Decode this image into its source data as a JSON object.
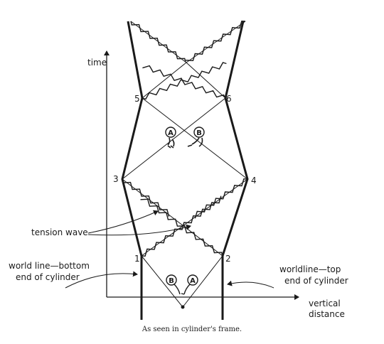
{
  "axes": {
    "y_label": "time",
    "x_label_line1": "vertical",
    "x_label_line2": "distance"
  },
  "events": [
    "1",
    "2",
    "3",
    "4",
    "5",
    "6"
  ],
  "particles": {
    "a": "A",
    "b": "B"
  },
  "annotations": {
    "tension_wave": "tension wave",
    "bottom_line1": "world line—bottom",
    "bottom_line2": "end of cylinder",
    "top_line1": "worldline—top",
    "top_line2": "end of cylinder"
  },
  "caption": "As seen in cylinder's frame.",
  "colors": {
    "ink": "#1a1a1a",
    "paper": "#ffffff"
  }
}
